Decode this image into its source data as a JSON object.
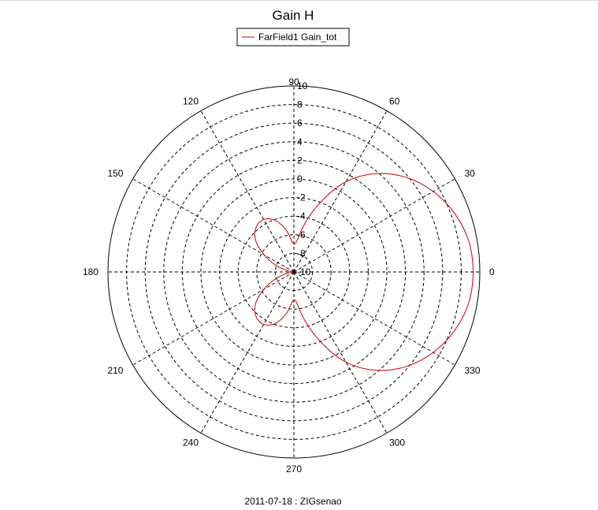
{
  "chart_data": {
    "type": "polar",
    "title": "Gain H",
    "footer": "2011-07-18 : ZIGsenao",
    "legend": {
      "placement": "top-center",
      "entries": [
        {
          "name": "FarField1 Gain_tot",
          "color": "#cc0000"
        }
      ]
    },
    "radial_axis": {
      "range": [
        -10,
        10
      ],
      "ticks": [
        "-10",
        "-8",
        "-6",
        "-4",
        "-2",
        "0",
        "2",
        "4",
        "6",
        "8",
        "10"
      ]
    },
    "angular_axis": {
      "ticks": [
        "0",
        "30",
        "60",
        "90",
        "120",
        "150",
        "180",
        "210",
        "240",
        "270",
        "300",
        "330"
      ]
    },
    "grid": true,
    "series": [
      {
        "name": "FarField1 Gain_tot",
        "color": "#cc0000",
        "points": [
          [
            0,
            9.3
          ],
          [
            10,
            9.1
          ],
          [
            20,
            8.4
          ],
          [
            30,
            7.3
          ],
          [
            40,
            5.8
          ],
          [
            50,
            3.8
          ],
          [
            60,
            1.2
          ],
          [
            70,
            -2.3
          ],
          [
            80,
            -5.5
          ],
          [
            85,
            -6.7
          ],
          [
            90,
            -7.0
          ],
          [
            95,
            -6.5
          ],
          [
            100,
            -5.5
          ],
          [
            110,
            -4.1
          ],
          [
            120,
            -3.5
          ],
          [
            130,
            -3.7
          ],
          [
            140,
            -4.6
          ],
          [
            150,
            -6.3
          ],
          [
            160,
            -8.0
          ],
          [
            170,
            -9.5
          ],
          [
            180,
            -10.0
          ],
          [
            190,
            -9.5
          ],
          [
            200,
            -8.0
          ],
          [
            210,
            -6.3
          ],
          [
            220,
            -4.6
          ],
          [
            230,
            -3.7
          ],
          [
            240,
            -3.5
          ],
          [
            250,
            -4.1
          ],
          [
            260,
            -5.5
          ],
          [
            265,
            -6.5
          ],
          [
            270,
            -7.0
          ],
          [
            275,
            -6.7
          ],
          [
            280,
            -5.5
          ],
          [
            290,
            -2.3
          ],
          [
            300,
            1.2
          ],
          [
            310,
            3.8
          ],
          [
            320,
            5.8
          ],
          [
            330,
            7.3
          ],
          [
            340,
            8.4
          ],
          [
            350,
            9.1
          ],
          [
            360,
            9.3
          ]
        ]
      }
    ]
  }
}
